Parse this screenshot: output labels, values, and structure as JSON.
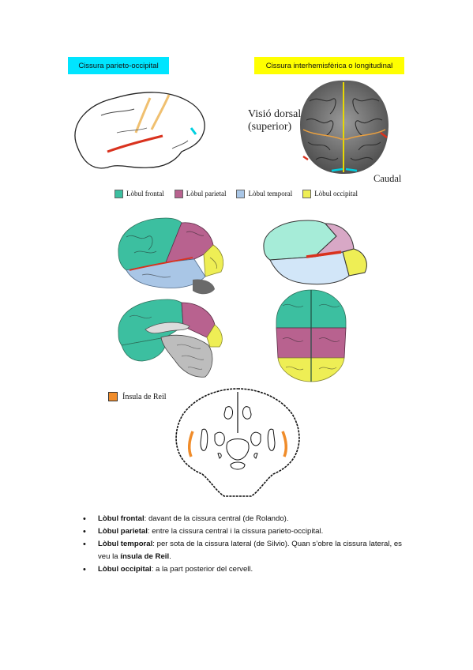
{
  "colors": {
    "cyan_highlight": "#00e5ff",
    "yellow_highlight": "#ffff00",
    "frontal": "#3cbfa0",
    "parietal": "#b8628f",
    "temporal": "#a9c6e6",
    "occipital": "#eeee55",
    "insula": "#f08c2a",
    "fissure_red": "#d9321e"
  },
  "labels": {
    "parieto_occipital": "Cissura parieto-occipital",
    "interhemispheric": "Cissura interhemisfèrica o longitudinal",
    "dorsal_line1": "Visió dorsal",
    "dorsal_line2": "(superior)",
    "caudal": "Caudal",
    "insula": "Ínsula de Reil"
  },
  "legend": [
    {
      "label": "Lòbul frontal",
      "color": "#3cbfa0"
    },
    {
      "label": "Lòbul parietal",
      "color": "#b8628f"
    },
    {
      "label": "Lòbul temporal",
      "color": "#a9c6e6"
    },
    {
      "label": "Lòbul occipital",
      "color": "#eeee55"
    }
  ],
  "bullets": [
    {
      "term": "Lòbul frontal",
      "text": ": davant de la cissura central (de Rolando)."
    },
    {
      "term": "Lòbul parietal",
      "text": ": entre la cissura central i la cissura parieto-occipital."
    },
    {
      "term": "Lòbul temporal",
      "text": ": per sota de la cissura lateral (de Silvio).  Quan s’obre la cissura lateral, es veu la ",
      "term2": "ínsula de Reil",
      "tail": "."
    },
    {
      "term": "Lòbul occipital",
      "text": ": a la part posterior del cervell."
    }
  ]
}
